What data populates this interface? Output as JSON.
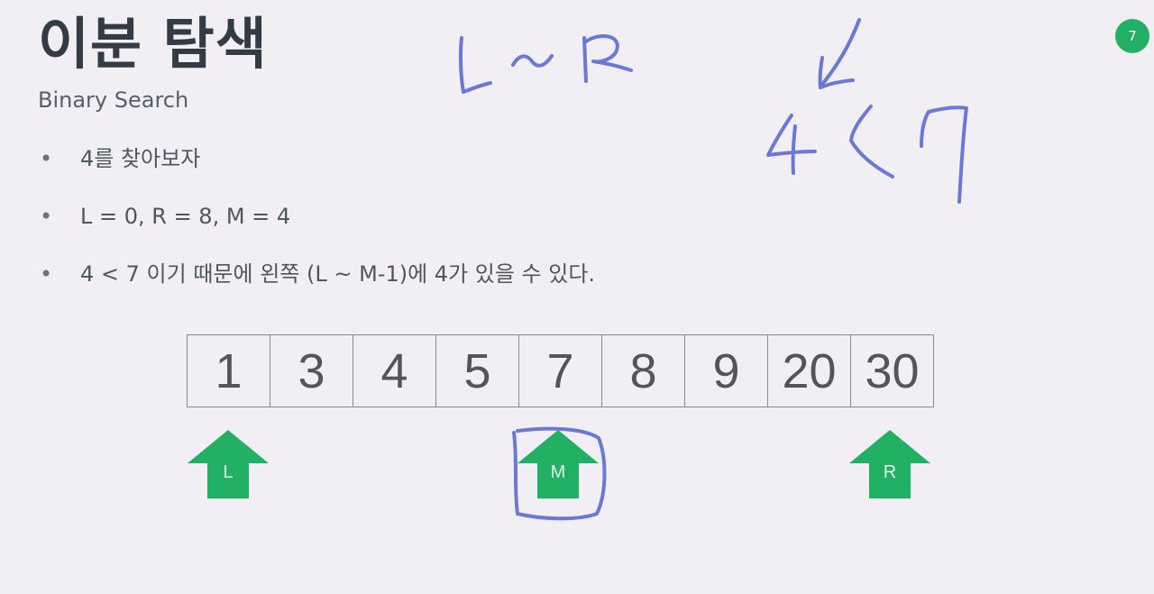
{
  "slide": {
    "title": "이분 탐색",
    "subtitle": "Binary Search",
    "page_number": "7"
  },
  "bullets": [
    "4를 찾아보자",
    "L = 0, R = 8, M = 4",
    "4 < 7 이기 때문에 왼쪽 (L ~ M-1)에 4가 있을 수 있다."
  ],
  "bullet_marker": "•",
  "array": {
    "values": [
      "1",
      "3",
      "4",
      "5",
      "7",
      "8",
      "9",
      "20",
      "30"
    ]
  },
  "pointers": {
    "left": {
      "label": "L",
      "index": 0
    },
    "mid": {
      "label": "M",
      "index": 4
    },
    "right": {
      "label": "R",
      "index": 8
    }
  },
  "colors": {
    "background": "#f1eff3",
    "arrow": "#22b065",
    "ink": "#6b78d4",
    "badge": "#22b065"
  },
  "annotations": {
    "handwritten": [
      "L~R",
      "4 < 7"
    ]
  }
}
